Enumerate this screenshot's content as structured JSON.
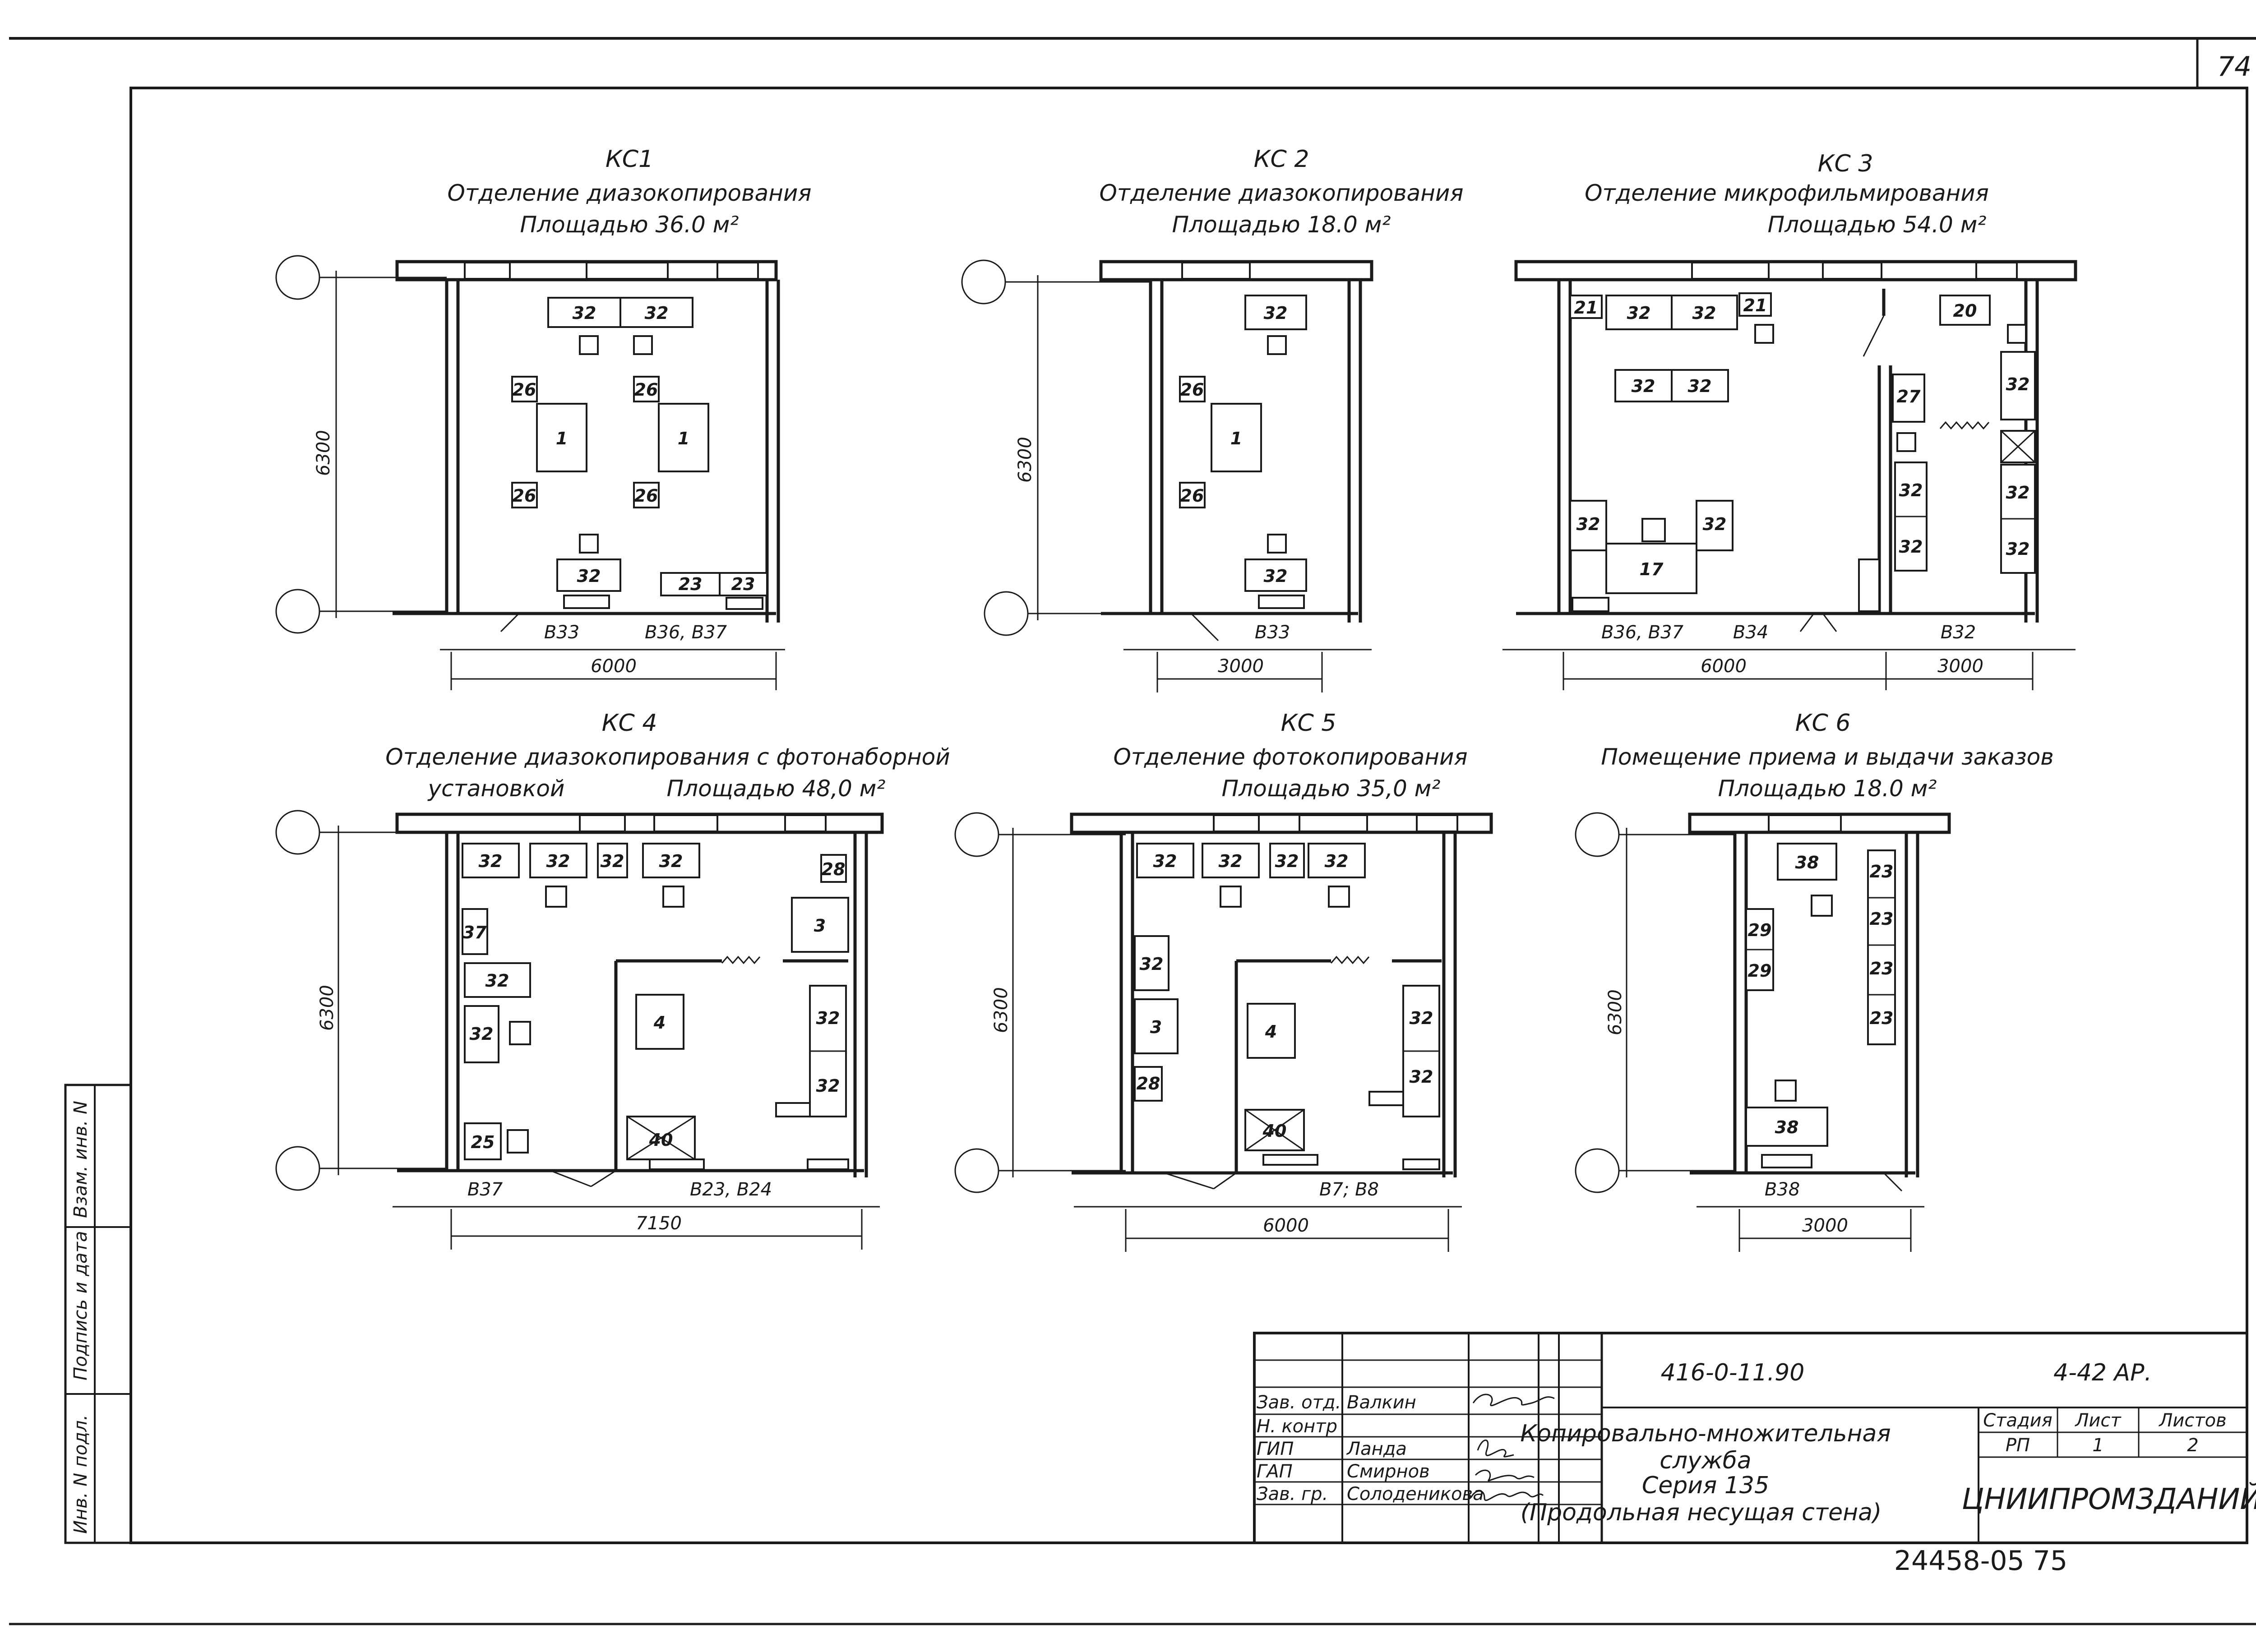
{
  "sheet": {
    "page_number": "74",
    "bottom_code": "24458-05 75"
  },
  "rooms": [
    {
      "code": "КС1",
      "name": "Отделение диазокопирования",
      "area": "Площадью 36.0 м²",
      "depth": "6300",
      "width": "6000",
      "notes": [
        "В33",
        "В36, В37"
      ],
      "labels": [
        "32",
        "32",
        "26",
        "26",
        "1",
        "1",
        "26",
        "26",
        "32",
        "23",
        "23"
      ]
    },
    {
      "code": "КС 2",
      "name": "Отделение диазокопирования",
      "area": "Площадью 18.0 м²",
      "depth": "6300",
      "width": "3000",
      "notes": [
        "В33"
      ],
      "labels": [
        "32",
        "26",
        "1",
        "26",
        "32"
      ]
    },
    {
      "code": "КС 3",
      "name": "Отделение микрофильмирования",
      "area": "Площадью 54.0 м²",
      "depth": "",
      "width": "6000",
      "width2": "3000",
      "notes": [
        "В36, В37",
        "В34",
        "В32"
      ],
      "labels": [
        "21",
        "32",
        "32",
        "21",
        "20",
        "32",
        "32",
        "27",
        "32",
        "32",
        "32",
        "17",
        "32",
        "32",
        "32",
        "32"
      ]
    },
    {
      "code": "КС 4",
      "name": "Отделение диазокопирования с фотонаборной",
      "name2": "установкой",
      "area": "Площадью 48,0 м²",
      "depth": "6300",
      "width": "7150",
      "notes": [
        "В37",
        "В23, В24"
      ],
      "labels": [
        "32",
        "32",
        "32",
        "32",
        "28",
        "3",
        "37",
        "32",
        "32",
        "4",
        "32",
        "32",
        "25",
        "40"
      ]
    },
    {
      "code": "КС 5",
      "name": "Отделение фотокопирования",
      "area": "Площадью 35,0 м²",
      "depth": "6300",
      "width": "6000",
      "notes": [
        "В7; В8"
      ],
      "labels": [
        "32",
        "32",
        "32",
        "32",
        "32",
        "3",
        "28",
        "4",
        "32",
        "32",
        "40"
      ]
    },
    {
      "code": "КС 6",
      "name": "Помещение приема и выдачи заказов",
      "area": "Площадью 18.0 м²",
      "depth": "6300",
      "width": "3000",
      "notes": [
        "В38"
      ],
      "labels": [
        "38",
        "23",
        "29",
        "23",
        "29",
        "23",
        "23",
        "38"
      ]
    }
  ],
  "side_stamp": {
    "fields": [
      "Инв. N подл.",
      "Подпись и дата",
      "Взам. инв. N"
    ]
  },
  "title_block": {
    "doc_code": "416-0-11.90",
    "sheet_code": "4-42 АР.",
    "roles": [
      "Зав. отд.",
      "Н. контр",
      "ГИП",
      "ГАП",
      "Зав. гр."
    ],
    "names": [
      "Валкин",
      "",
      "Ланда",
      "Смирнов",
      "Солоденикова"
    ],
    "title_lines": [
      "Копировально-множительная",
      "служба",
      "Серия 135",
      "(Продольная несущая стена)"
    ],
    "stage_hdr": "Стадия",
    "sheet_hdr": "Лист",
    "sheets_hdr": "Листов",
    "stage": "РП",
    "sheet": "1",
    "sheets": "2",
    "org": "ЦНИИПРОМЗДАНИЙ"
  }
}
